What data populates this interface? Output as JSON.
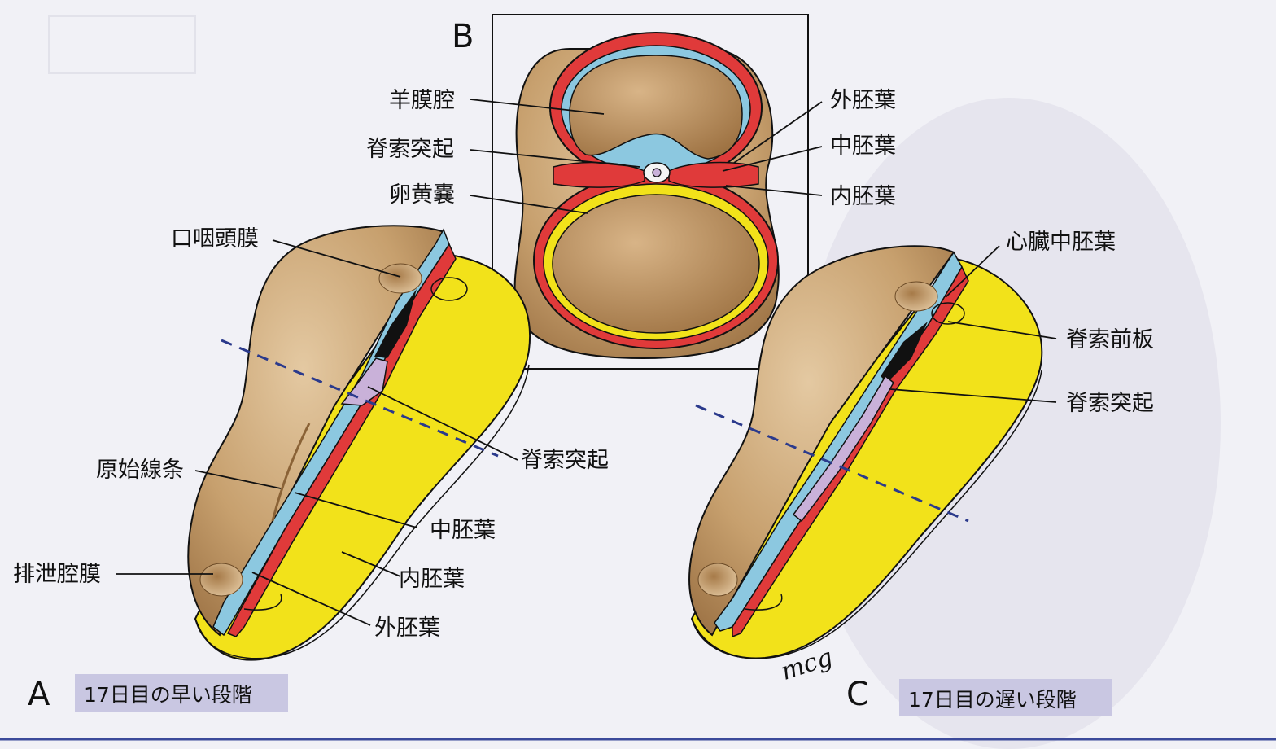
{
  "panels": {
    "a": {
      "letter": "A",
      "caption": "17日目の早い段階"
    },
    "b": {
      "letter": "B"
    },
    "c": {
      "letter": "C",
      "caption": "17日目の遅い段階"
    }
  },
  "labels": {
    "b_amniotic_cavity": "羊膜腔",
    "b_notochordal_process": "脊索突起",
    "b_yolk_sac": "卵黄嚢",
    "b_ectoderm": "外胚葉",
    "b_mesoderm": "中胚葉",
    "b_endoderm": "内胚葉",
    "a_oropharyngeal_membrane": "口咽頭膜",
    "a_primitive_streak": "原始線条",
    "a_cloacal_membrane": "排泄腔膜",
    "a_notochordal_process": "脊索突起",
    "a_mesoderm": "中胚葉",
    "a_endoderm": "内胚葉",
    "a_ectoderm": "外胚葉",
    "c_cardiac_mesoderm": "心臓中胚葉",
    "c_prechordal_plate": "脊索前板",
    "c_notochordal_process": "脊索突起"
  },
  "signature": "mcg",
  "colors": {
    "background": "#f1f1f6",
    "ectoderm": "#8cc8e0",
    "mesoderm": "#e03a3a",
    "endoderm": "#f2e21a",
    "surface": "#c7a06e",
    "notochord": "#c9b1d9",
    "caption_bg": "#c9c7e2",
    "cut_line": "#2b3a8c"
  }
}
